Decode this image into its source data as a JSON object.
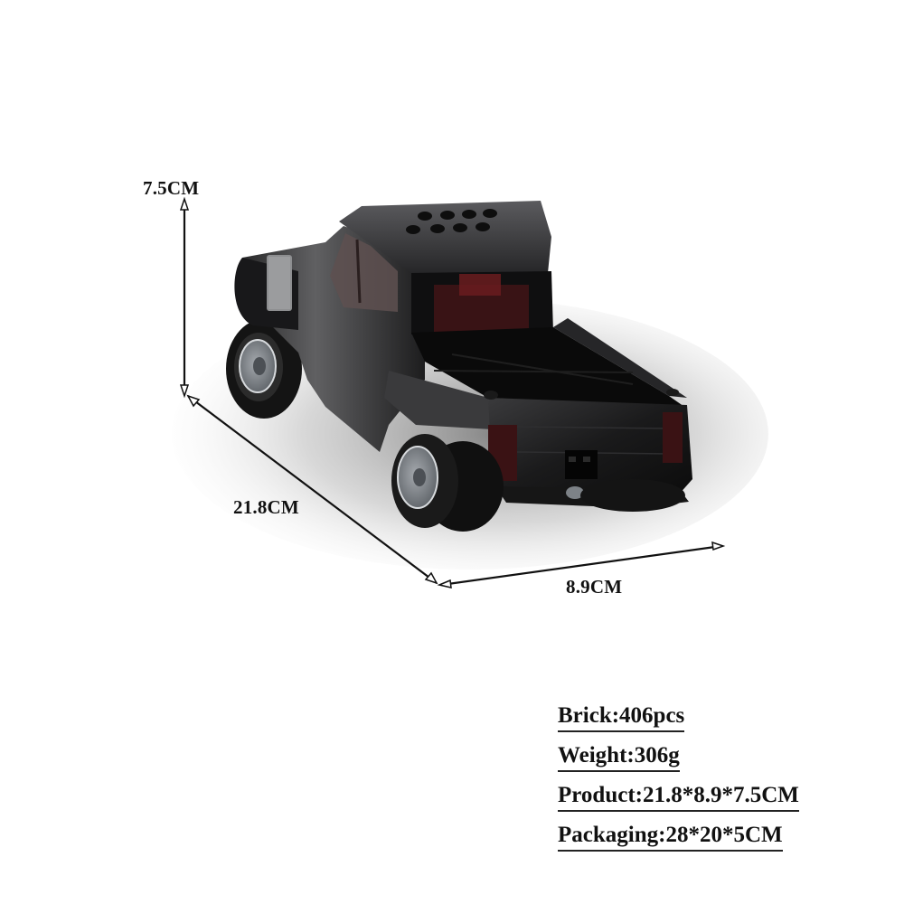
{
  "product": {
    "subject": "black brick-built dually pickup truck model",
    "background_color": "#ffffff",
    "body_color": "#1c1c1e",
    "accent_color": "#4a1416"
  },
  "dimensions": {
    "height_label": "7.5CM",
    "length_label": "21.8CM",
    "width_label": "8.9CM"
  },
  "specs": [
    {
      "key": "Brick",
      "value": "406pcs",
      "text": "Brick:406pcs"
    },
    {
      "key": "Weight",
      "value": "306g",
      "text": "Weight:306g"
    },
    {
      "key": "Product",
      "value": "21.8*8.9*7.5CM",
      "text": "Product:21.8*8.9*7.5CM"
    },
    {
      "key": "Packaging",
      "value": "28*20*5CM",
      "text": "Packaging:28*20*5CM"
    }
  ]
}
